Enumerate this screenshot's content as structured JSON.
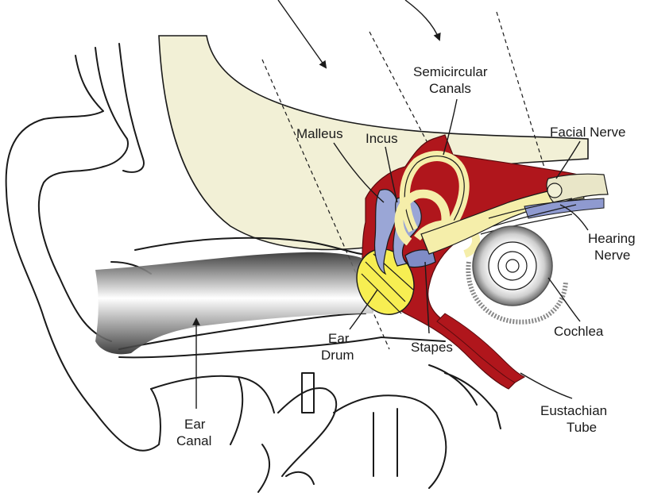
{
  "labels": {
    "semicircular_canals_line1": "Semicircular",
    "semicircular_canals_line2": "Canals",
    "malleus": "Malleus",
    "incus": "Incus",
    "facial_nerve": "Facial Nerve",
    "hearing_nerve_line1": "Hearing",
    "hearing_nerve_line2": "Nerve",
    "cochlea": "Cochlea",
    "ear_drum_line1": "Ear",
    "ear_drum_line2": "Drum",
    "stapes": "Stapes",
    "eustachian_tube_line1": "Eustachian",
    "eustachian_tube_line2": "Tube",
    "ear_canal_line1": "Ear",
    "ear_canal_line2": "Canal"
  },
  "colors": {
    "bone_red": "#b0161c",
    "canal_yellow": "#f5eeaa",
    "tissue_cream": "#f2f0d6",
    "ossicle_blue": "#9aa6d6",
    "drum_yellow": "#f7ee52",
    "nerve_blue": "#8f9ad0",
    "canal_dark": "#333333"
  }
}
